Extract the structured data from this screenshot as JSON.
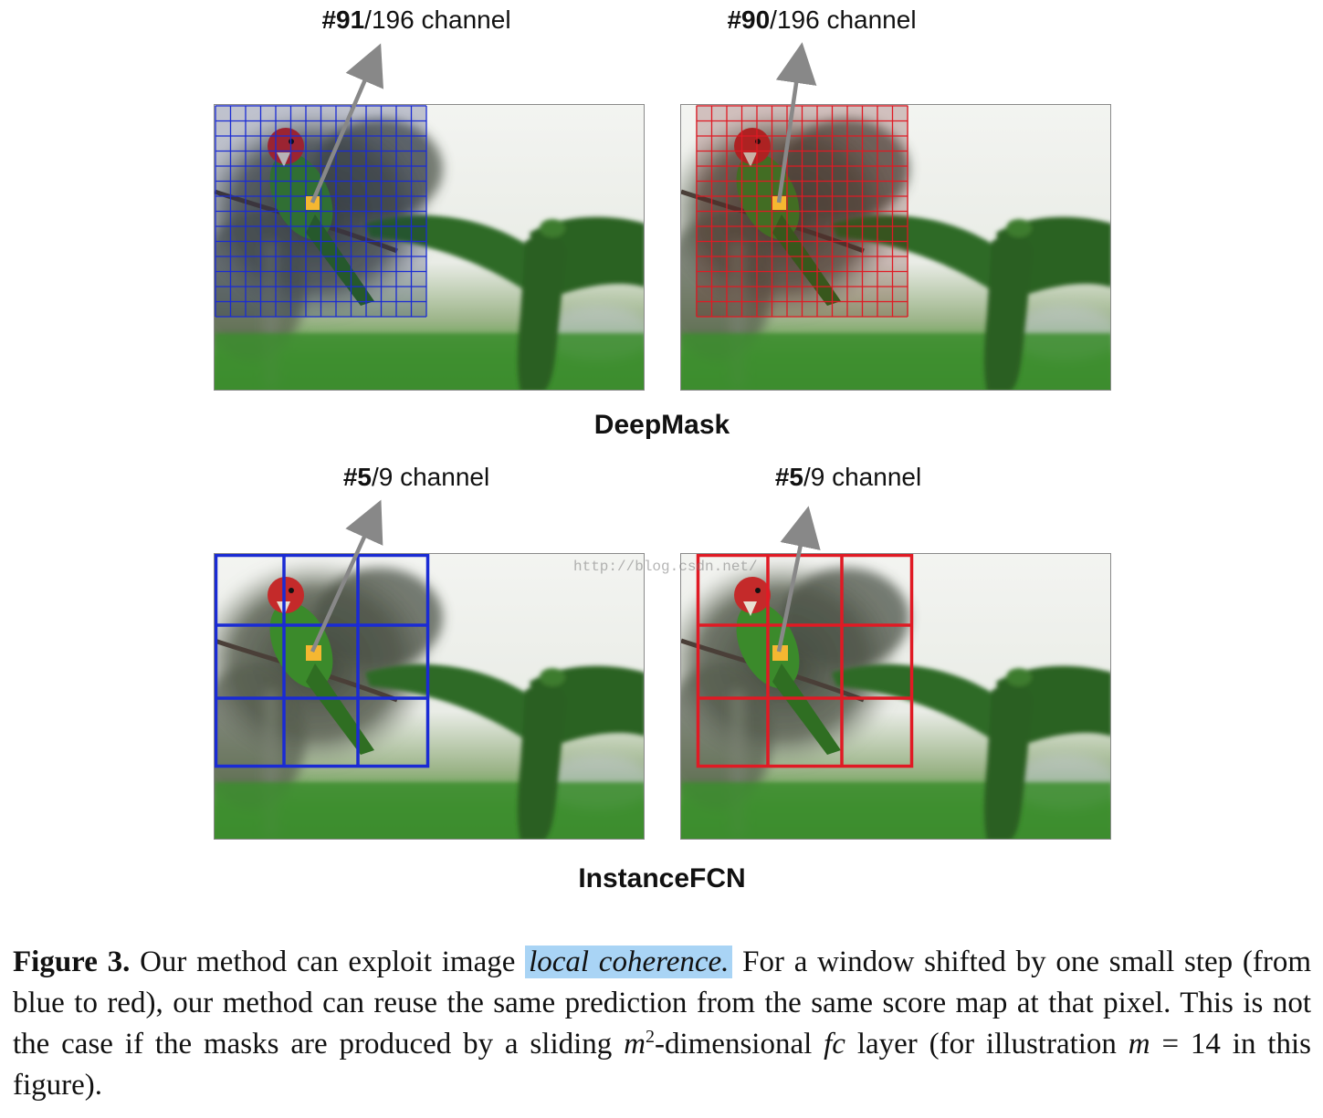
{
  "labels": {
    "top_left": {
      "bold": "#91",
      "rest": "/196 channel"
    },
    "top_right": {
      "bold": "#90",
      "rest": "/196 channel"
    },
    "bottom_left": {
      "bold": "#5",
      "rest": "/9 channel"
    },
    "bottom_right": {
      "bold": "#5",
      "rest": "/9 channel"
    }
  },
  "sections": {
    "deepmask": "DeepMask",
    "instancefcn": "InstanceFCN"
  },
  "watermark": "http://blog.csdn.net/",
  "colors": {
    "blue_grid": "#1a2bd4",
    "red_grid": "#e01a24",
    "pixel": "#f5b731",
    "arrow": "#888888",
    "highlight": "#a9d4f5"
  },
  "caption": {
    "figure_label": "Figure 3.",
    "text_1": " Our method can exploit image ",
    "highlight": "local coherence.",
    "text_2": " For a window shifted by one small step (from blue to red), our method can reuse the same prediction from the same score map at that pixel. This is not the case if the masks are produced by a sliding ",
    "m_var": "m",
    "m_exp": "2",
    "text_3": "-dimensional ",
    "fc": "fc",
    "text_4": " layer (for illustration ",
    "m_var2": "m",
    "text_5": " = 14 in this figure)."
  }
}
